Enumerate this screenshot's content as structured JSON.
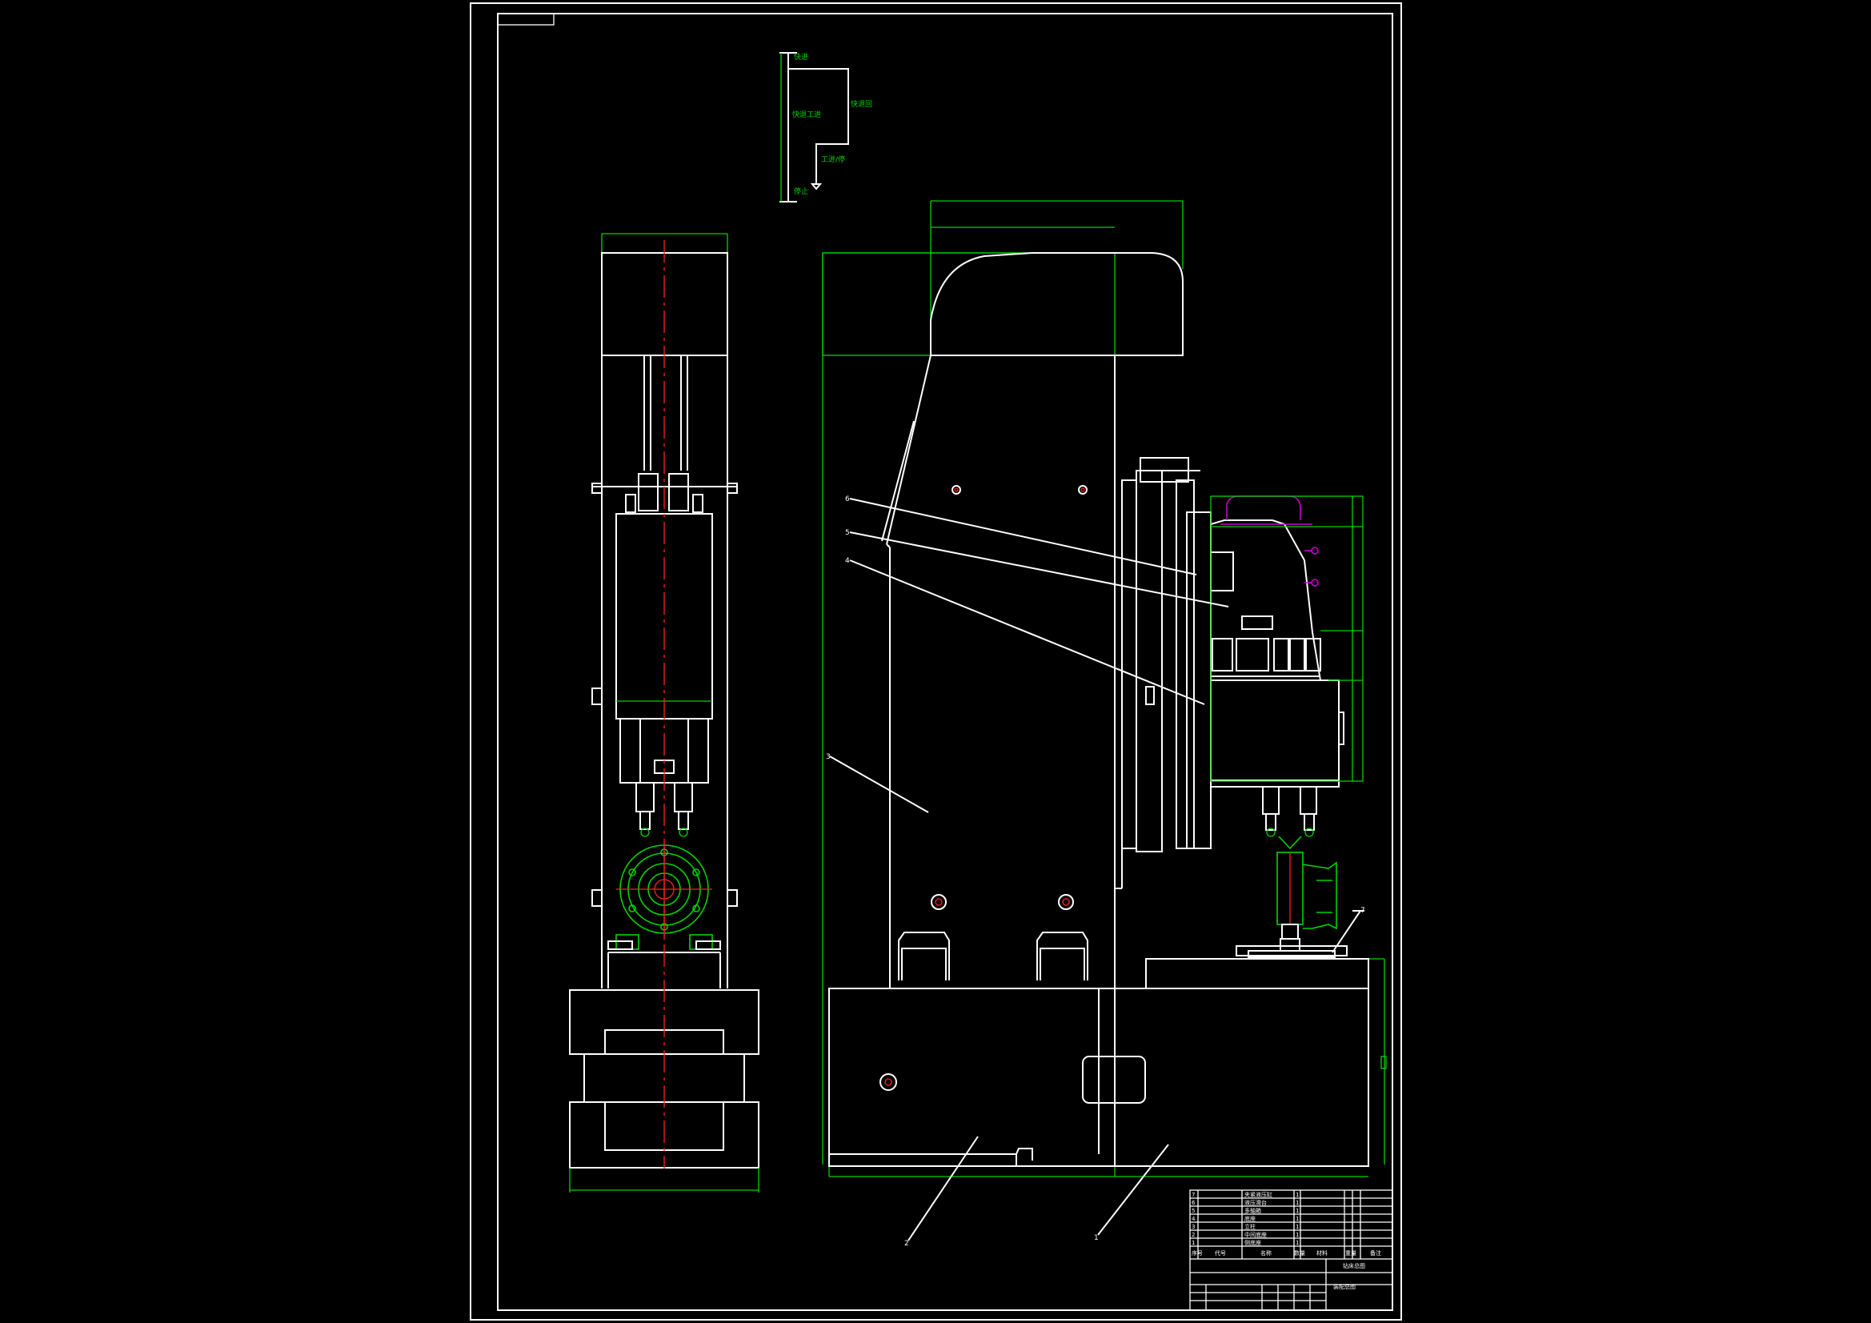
{
  "corner_stamp": "",
  "flow_diagram": {
    "labels": [
      {
        "id": "top",
        "text": "快进"
      },
      {
        "id": "mid_left",
        "text": "快退工进"
      },
      {
        "id": "mid_right",
        "text": "快退回"
      },
      {
        "id": "lower",
        "text": "工进/停"
      },
      {
        "id": "bottom",
        "text": "停止"
      }
    ]
  },
  "leader_numbers": [
    "6",
    "5",
    "4",
    "3",
    "7",
    "2",
    "1"
  ],
  "parts_list": {
    "rows": [
      {
        "no": "7",
        "code": "",
        "name": "夹紧液压缸",
        "qty": "1"
      },
      {
        "no": "6",
        "code": "",
        "name": "液压滑台",
        "qty": "1"
      },
      {
        "no": "5",
        "code": "",
        "name": "多轴箱",
        "qty": "1"
      },
      {
        "no": "4",
        "code": "",
        "name": "底座",
        "qty": "1"
      },
      {
        "no": "3",
        "code": "",
        "name": "立柱",
        "qty": "1"
      },
      {
        "no": "2",
        "code": "",
        "name": "中间底座",
        "qty": "1"
      },
      {
        "no": "1",
        "code": "",
        "name": "侧底座",
        "qty": "1"
      }
    ],
    "header": {
      "no": "序号",
      "code": "代号",
      "name": "名称",
      "qty": "数量",
      "material": "材料",
      "weight": "重量",
      "remark": "备注"
    }
  },
  "title_block": {
    "drawing_name": "钻床总图",
    "drawing_number": "装配总图",
    "scale": "",
    "sheet": ""
  }
}
